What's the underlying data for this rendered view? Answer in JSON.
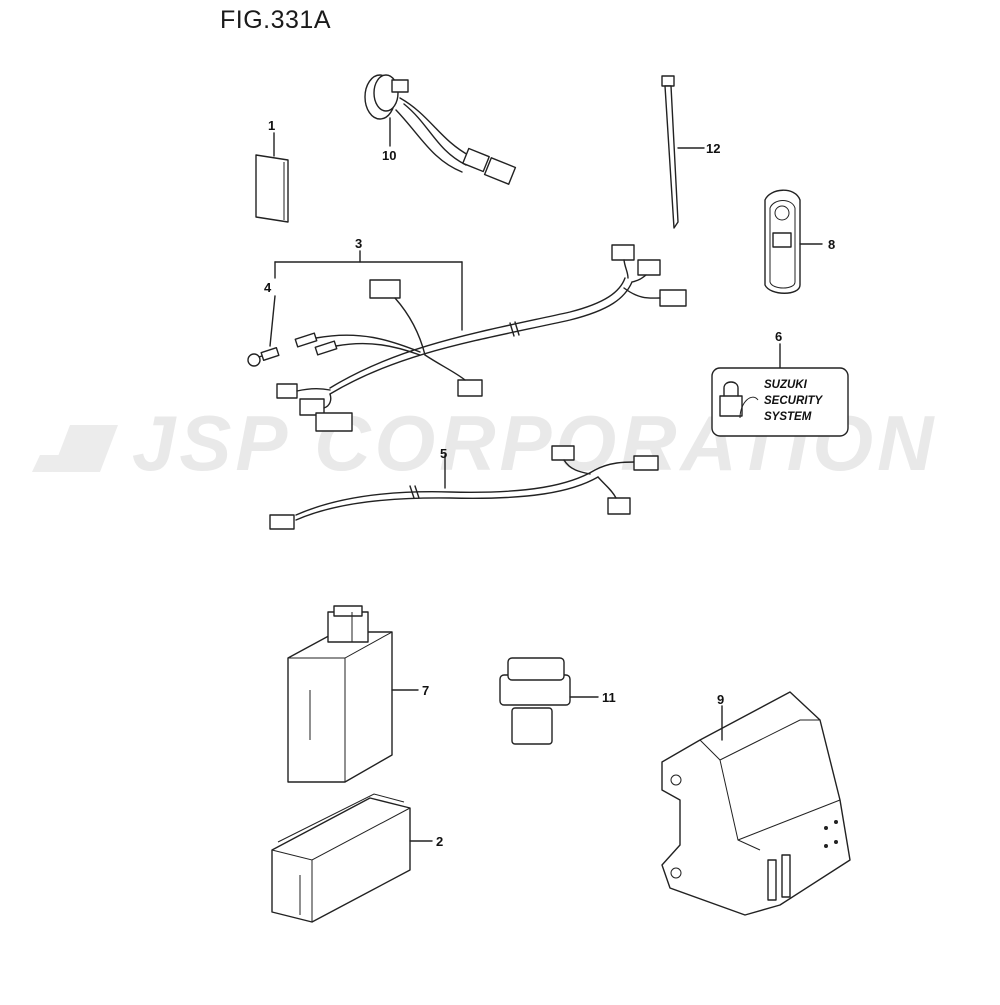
{
  "figure": {
    "title": "FIG.331A"
  },
  "watermark": {
    "text": "JSP CORPORATION"
  },
  "callouts": [
    {
      "id": "1",
      "label": "1"
    },
    {
      "id": "2",
      "label": "2"
    },
    {
      "id": "3",
      "label": "3"
    },
    {
      "id": "4",
      "label": "4"
    },
    {
      "id": "5",
      "label": "5"
    },
    {
      "id": "6",
      "label": "6"
    },
    {
      "id": "7",
      "label": "7"
    },
    {
      "id": "8",
      "label": "8"
    },
    {
      "id": "9",
      "label": "9"
    },
    {
      "id": "10",
      "label": "10"
    },
    {
      "id": "11",
      "label": "11"
    },
    {
      "id": "12",
      "label": "12"
    }
  ],
  "security_label": {
    "line1": "SUZUKI",
    "line2": "SECURITY",
    "line3": "SYSTEM"
  }
}
